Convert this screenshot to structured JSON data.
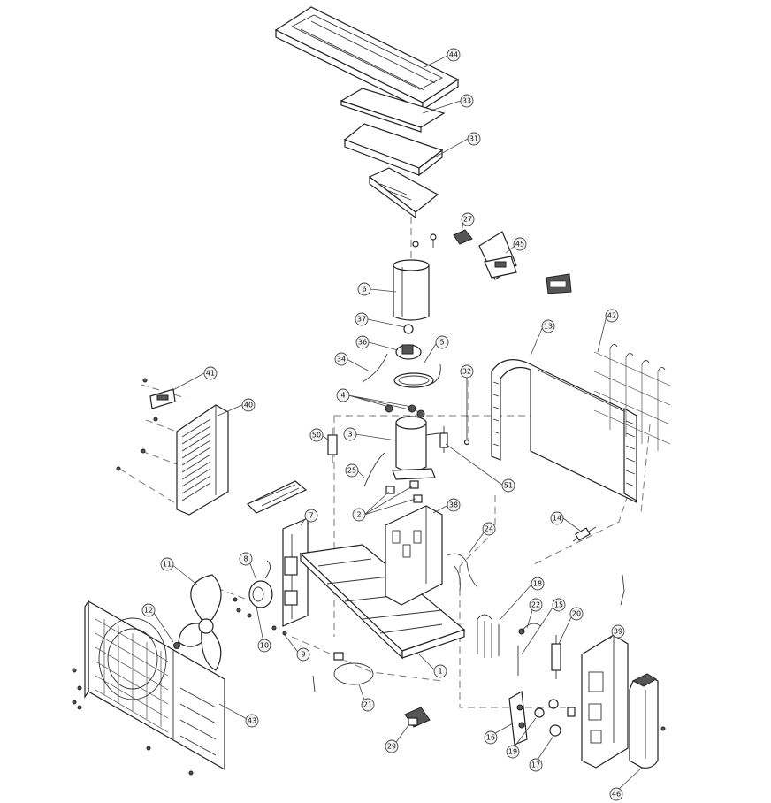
{
  "callouts": [
    "44",
    "33",
    "31",
    "27",
    "45",
    "6",
    "37",
    "36",
    "5",
    "34",
    "32",
    "13",
    "42",
    "4",
    "41",
    "40",
    "3",
    "50",
    "25",
    "51",
    "2",
    "38",
    "14",
    "7",
    "24",
    "8",
    "11",
    "12",
    "10",
    "9",
    "18",
    "22",
    "15",
    "20",
    "39",
    "1",
    "21",
    "43",
    "16",
    "19",
    "17",
    "29",
    "46"
  ]
}
